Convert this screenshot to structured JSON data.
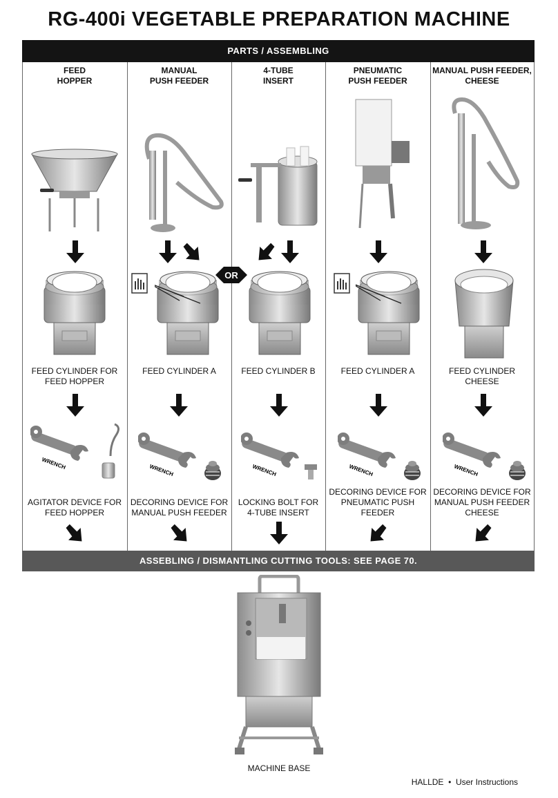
{
  "title": "RG-400i VEGETABLE PREPARATION MACHINE",
  "parts_banner": "PARTS / ASSEMBLING",
  "columns": [
    {
      "header": "FEED\nHOPPER",
      "cylinder": "FEED CYLINDER FOR\nFEED HOPPER",
      "device": "AGITATOR DEVICE FOR\nFEED HOPPER"
    },
    {
      "header": "MANUAL\nPUSH FEEDER",
      "cylinder": "FEED CYLINDER A",
      "device": "DECORING DEVICE FOR\nMANUAL PUSH FEEDER"
    },
    {
      "header": "4-TUBE\nINSERT",
      "cylinder": "FEED CYLINDER B",
      "device": "LOCKING BOLT FOR\n4-TUBE INSERT"
    },
    {
      "header": "PNEUMATIC\nPUSH FEEDER",
      "cylinder": "FEED CYLINDER A",
      "device": "DECORING DEVICE FOR\nPNEUMATIC PUSH\nFEEDER"
    },
    {
      "header": "MANUAL PUSH FEEDER,\nCHEESE",
      "cylinder": "FEED CYLINDER\nCHEESE",
      "device": "DECORING DEVICE FOR\nMANUAL PUSH FEEDER\nCHEESE"
    }
  ],
  "or_label": "OR",
  "wrench_label": "WRENCH",
  "tools_banner": "ASSEBLING / DISMANTLING CUTTING TOOLS: SEE PAGE 70.",
  "machine_base": "MACHINE BASE",
  "footer": "HALLDE  •  User Instructions"
}
